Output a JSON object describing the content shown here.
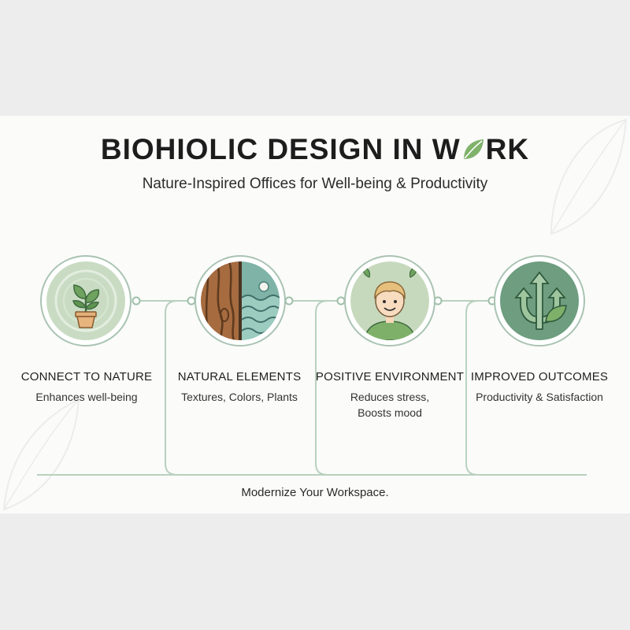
{
  "header": {
    "title_prefix": "BIOHIOLIC DESIGN IN W",
    "title_suffix": "RK",
    "subtitle": "Nature-Inspired Offices for Well-being & Productivity"
  },
  "steps": [
    {
      "title": "CONNECT TO NATURE",
      "desc_line1": "Enhances well-being",
      "desc_line2": "",
      "icon": "potted-plant-icon"
    },
    {
      "title": "NATURAL ELEMENTS",
      "desc_line1": "Textures, Colors, Plants",
      "desc_line2": "",
      "icon": "wood-water-icon"
    },
    {
      "title": "POSITIVE ENVIRONMENT",
      "desc_line1": "Reduces stress,",
      "desc_line2": "Boosts mood",
      "icon": "happy-person-icon"
    },
    {
      "title": "IMPROVED OUTCOMES",
      "desc_line1": "Productivity & Satisfaction",
      "desc_line2": "",
      "icon": "growth-arrows-icon"
    }
  ],
  "footer": {
    "text": "Modernize Your Workspace."
  },
  "colors": {
    "accent_green": "#6f9a73",
    "leaf_green": "#7fb26a",
    "line_green": "#b9d1bf",
    "card_bg": "#fbfbfa",
    "band_bg": "#ededed"
  }
}
